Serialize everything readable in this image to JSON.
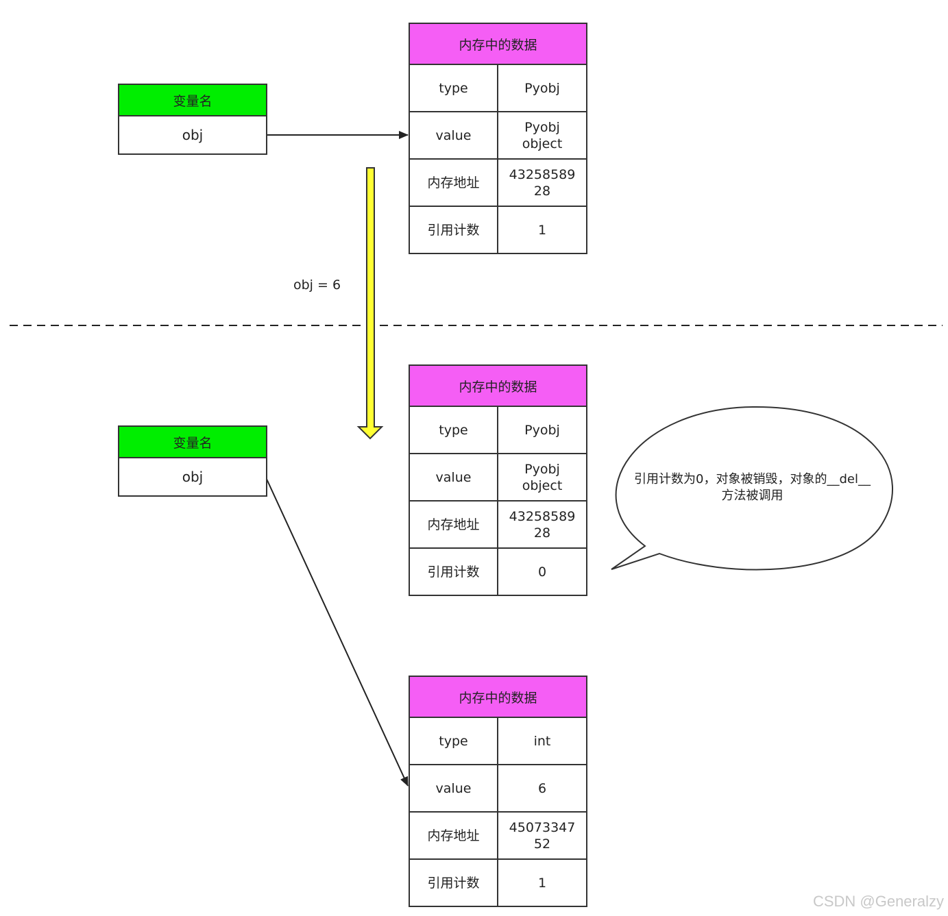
{
  "top": {
    "var_box": {
      "header": "变量名",
      "name": "obj"
    },
    "memory": {
      "header": "内存中的数据",
      "rows": [
        {
          "key": "type",
          "value": "Pyobj"
        },
        {
          "key": "value",
          "value": "Pyobj\nobject"
        },
        {
          "key": "内存地址",
          "value": "43258589\n28"
        },
        {
          "key": "引用计数",
          "value": "1"
        }
      ]
    }
  },
  "transition_label": "obj = 6",
  "bottom": {
    "var_box": {
      "header": "变量名",
      "name": "obj"
    },
    "old_memory": {
      "header": "内存中的数据",
      "rows": [
        {
          "key": "type",
          "value": "Pyobj"
        },
        {
          "key": "value",
          "value": "Pyobj\nobject"
        },
        {
          "key": "内存地址",
          "value": "43258589\n28"
        },
        {
          "key": "引用计数",
          "value": "0"
        }
      ]
    },
    "new_memory": {
      "header": "内存中的数据",
      "rows": [
        {
          "key": "type",
          "value": "int"
        },
        {
          "key": "value",
          "value": "6"
        },
        {
          "key": "内存地址",
          "value": "45073347\n52"
        },
        {
          "key": "引用计数",
          "value": "1"
        }
      ]
    },
    "speech_bubble": "引用计数为0，对象被销毁，对象的__del__\n方法被调用"
  },
  "watermark": "CSDN @Generalzy",
  "colors": {
    "var_header": "#00ee00",
    "memory_header": "#f55ef5",
    "transition_arrow": "#ffff33"
  }
}
